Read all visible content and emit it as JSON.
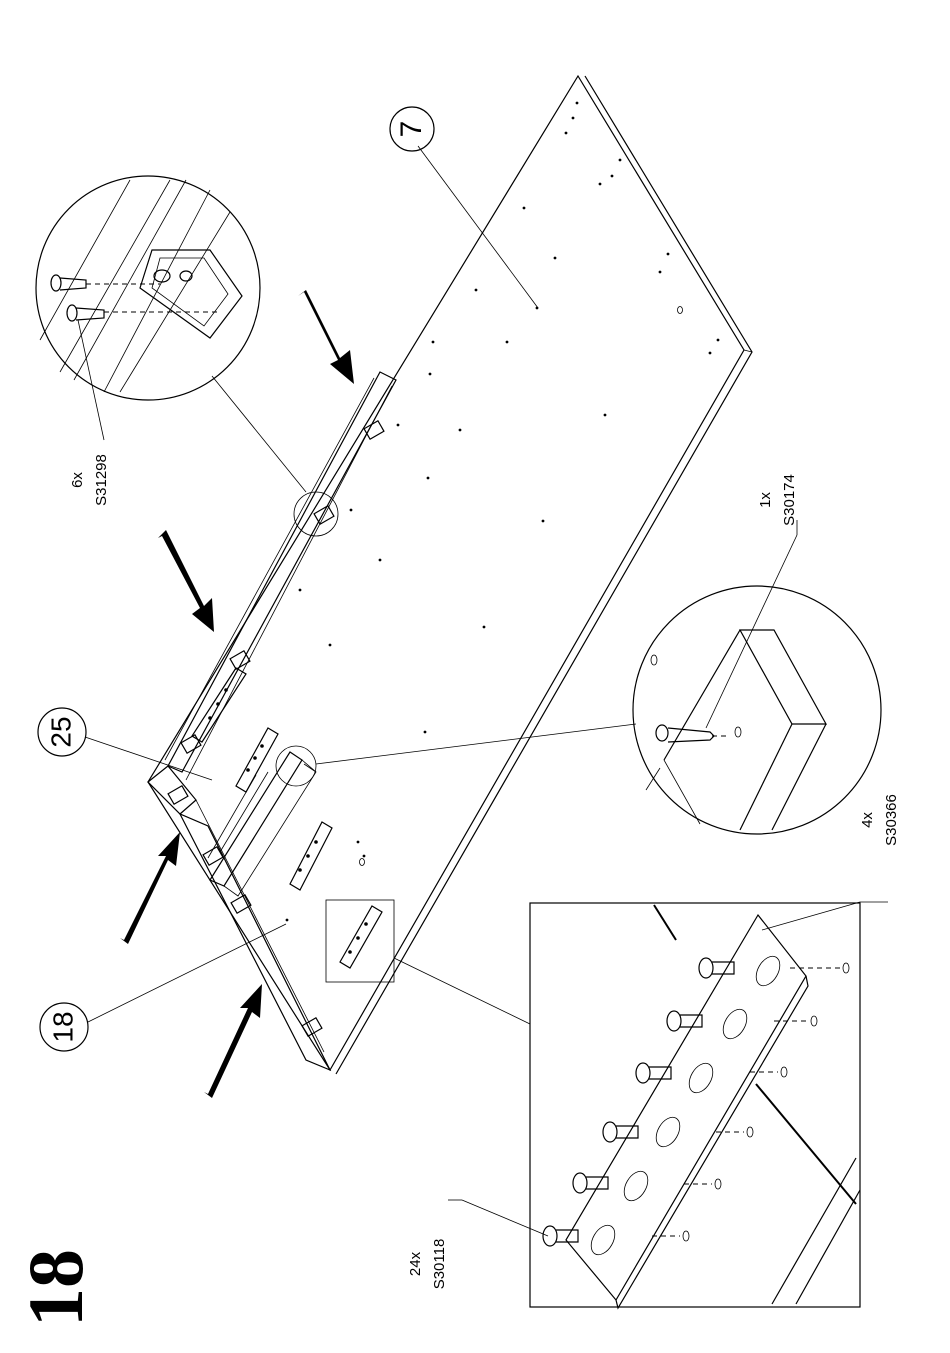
{
  "step": {
    "number": "18"
  },
  "callouts": [
    {
      "id": "panel-7",
      "label": "7"
    },
    {
      "id": "panel-25",
      "label": "25"
    },
    {
      "id": "panel-18",
      "label": "18"
    }
  ],
  "parts": [
    {
      "id": "screw-s31298",
      "qty": "6x",
      "code": "S31298"
    },
    {
      "id": "screw-s30174",
      "qty": "1x",
      "code": "S30174"
    },
    {
      "id": "plate-s30366",
      "qty": "4x",
      "code": "S30366"
    },
    {
      "id": "screw-s30118",
      "qty": "24x",
      "code": "S30118"
    }
  ]
}
